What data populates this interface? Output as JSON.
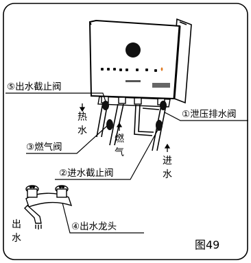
{
  "labels": {
    "outlet_shutoff_valve": "⑤出水截止阀",
    "pressure_relief_valve": "①泄压排水阀",
    "gas_valve": "③燃气阀",
    "inlet_shutoff_valve": "②进水截止阀",
    "outlet_faucet": "④出水龙头"
  },
  "flow_labels": {
    "hot_water": [
      "热",
      "水"
    ],
    "gas": [
      "燃",
      "气"
    ],
    "water_in": [
      "进",
      "水"
    ],
    "water_out": [
      "出",
      "水"
    ]
  },
  "figure_number": "图49",
  "heater_panel_text": "",
  "colors": {
    "ink": "#000000",
    "indicator": "#e07820",
    "panel": "#ffffff"
  }
}
